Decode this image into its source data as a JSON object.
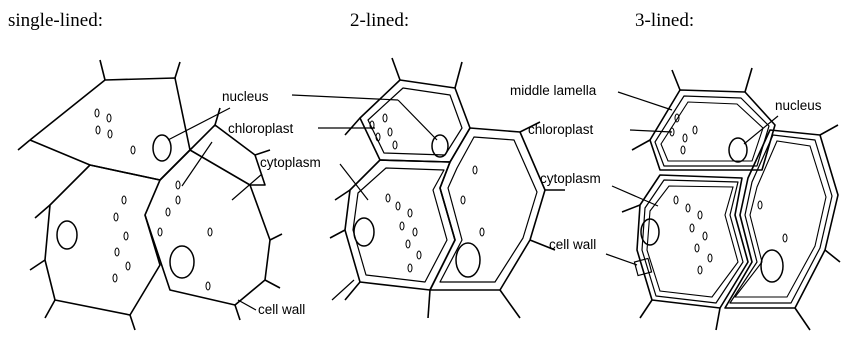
{
  "panels": {
    "single": {
      "title": "single-lined:"
    },
    "double": {
      "title": "2-lined:"
    },
    "triple": {
      "title": "3-lined:"
    }
  },
  "labels": {
    "nucleus": "nucleus",
    "chloroplast": "chloroplast",
    "cytoplasm": "cytoplasm",
    "cell_wall": "cell wall",
    "middle_lamella": "middle lamella",
    "nucleus_3": "nucleus",
    "chloroplast_3": "chloroplast",
    "cytoplasm_3": "cytoplasm",
    "cell_wall_3": "cell wall"
  }
}
